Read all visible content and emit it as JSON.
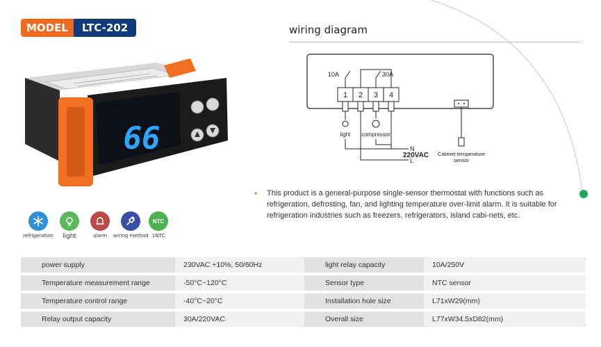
{
  "model": {
    "label": "MODEL",
    "value": "LTC-202"
  },
  "display_reading": "66",
  "features": [
    {
      "label": "refrigeration",
      "icon": "snowflake-icon",
      "color": "#2f8fd8"
    },
    {
      "label": "light",
      "icon": "lightbulb-icon",
      "color": "#5cb85c"
    },
    {
      "label": "alarm",
      "icon": "alarm-bell-icon",
      "color": "#b94a48"
    },
    {
      "label": "wiring method",
      "icon": "plug-icon",
      "color": "#3a4ea5"
    },
    {
      "label": "1NTC",
      "icon": "ntc-icon",
      "badge_text": "NTC",
      "color": "#4caf50"
    }
  ],
  "wiring": {
    "title": "wiring diagram",
    "relay_labels": [
      "10A",
      "30A"
    ],
    "terminals": [
      "1",
      "2",
      "3",
      "4"
    ],
    "light_label": "light",
    "compressor_label": "compressor",
    "n_label": "N",
    "voltage_label": "220VAC",
    "l_label": "L",
    "sensor_label_1": "Cabinet temperature",
    "sensor_label_2": "sensor"
  },
  "description": "This product is a general-purpose single-sensor thermostat with functions such as refrigeration, defrosting, fan, and lighting temperature over-limit alarm. It is suitable for refrigeration industries such as freezers, refrigerators, island cabi-nets, etc.",
  "specs": [
    {
      "k1": "power supply",
      "v1": "230VAC +10%, 50/60Hz",
      "k2": "light  relay capacity",
      "v2": "10A/250V"
    },
    {
      "k1": "Temperature measurement range",
      "v1": "-50°C~120°C",
      "k2": "Sensor type",
      "v2": "NTC sensor"
    },
    {
      "k1": "Temperature control range",
      "v1": "-40°C~20°C",
      "k2": "Installation hole size",
      "v2": "L71xW29(mm)"
    },
    {
      "k1": "Relay output capacity",
      "v1": "30A/220VAC",
      "k2": "Overall size",
      "v2": "L77xW34.5xD82(mm)"
    }
  ],
  "colors": {
    "accent_orange": "#ef6a1f",
    "brand_navy": "#123a7a",
    "deco_green": "#1aa85a"
  }
}
